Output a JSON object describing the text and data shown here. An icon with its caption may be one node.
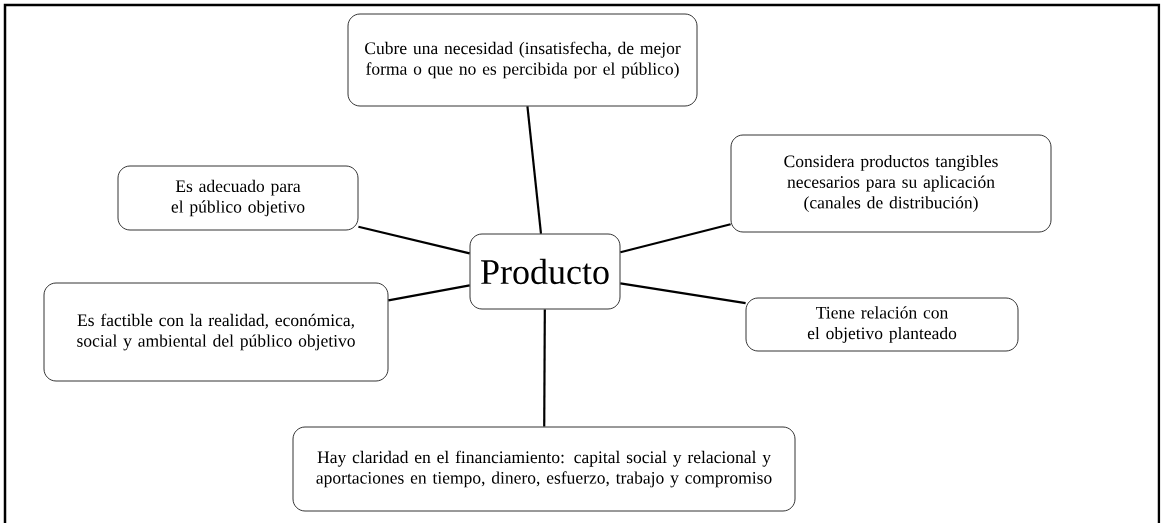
{
  "diagram": {
    "nodes": [
      {
        "text": [
          "Producto"
        ]
      },
      {
        "text": [
          "Cubre una necesidad (insatisfecha, de mejor forma o que no es percibida por el público)"
        ]
      },
      {
        "text": [
          "Es adecuado para el público objetivo"
        ]
      },
      {
        "text": [
          "Considera productos tangibles necesarios para su aplicación (canales de distribución)"
        ]
      },
      {
        "text": [
          "Es factible con la realidad, económica, social y ambiental del público objetivo"
        ]
      },
      {
        "text": [
          "Tiene relación con el objetivo planteado"
        ]
      },
      {
        "text": [
          "Hay claridad en el financiamiento: capital social y relacional y aportaciones en tiempo, dinero, esfuerzo, trabajo y compromiso"
        ]
      }
    ],
    "edges": [
      {
        "from": 0,
        "to": 1,
        "arrow": "none"
      },
      {
        "from": 0,
        "to": 2,
        "arrow": "none"
      },
      {
        "from": 0,
        "to": 3,
        "arrow": "none"
      },
      {
        "from": 0,
        "to": 4,
        "arrow": "none"
      },
      {
        "from": 0,
        "to": 5,
        "arrow": "none"
      },
      {
        "from": 0,
        "to": 6,
        "arrow": "none"
      }
    ]
  }
}
